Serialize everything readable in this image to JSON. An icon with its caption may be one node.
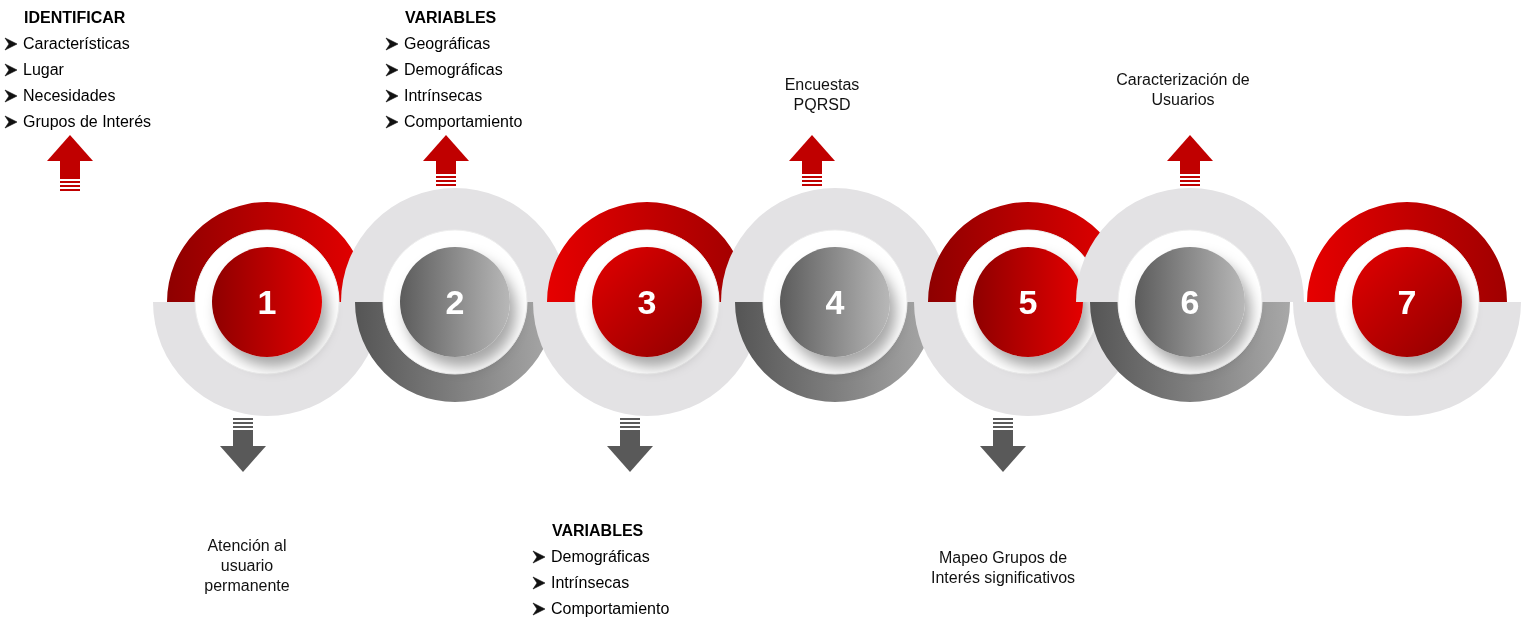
{
  "diagram": {
    "nodes": [
      {
        "text": [
          "IDENTIFICAR",
          "Características",
          "Lugar",
          "Necesidades",
          "Grupos de Interés"
        ]
      },
      {
        "text": [
          "VARIABLES",
          "Geográficas",
          "Demográficas",
          "Intrínsecas",
          "Comportamiento"
        ]
      },
      {
        "text": [
          "Encuestas PQRSD"
        ]
      },
      {
        "text": [
          "Caracterización de Usuarios"
        ]
      },
      {
        "text": [
          "1"
        ]
      },
      {
        "text": [
          "2"
        ]
      },
      {
        "text": [
          "3"
        ]
      },
      {
        "text": [
          "4"
        ]
      },
      {
        "text": [
          "5"
        ]
      },
      {
        "text": [
          "6"
        ]
      },
      {
        "text": [
          "7"
        ]
      },
      {
        "text": [
          "Atención al usuario permanente"
        ]
      },
      {
        "text": [
          "VARIABLES",
          "Demográficas",
          "Intrínsecas",
          "Comportamiento"
        ]
      },
      {
        "text": [
          "Mapeo Grupos de Interés significativos"
        ]
      }
    ],
    "edges": [
      {
        "from": null,
        "to": 0,
        "arrow": "to"
      },
      {
        "from": 5,
        "to": 1,
        "arrow": "to"
      },
      {
        "from": 7,
        "to": 2,
        "arrow": "to"
      },
      {
        "from": 9,
        "to": 3,
        "arrow": "to"
      },
      {
        "from": 4,
        "to": 11,
        "arrow": "to",
        "color": "#595959"
      },
      {
        "from": 6,
        "to": 12,
        "arrow": "to",
        "color": "#595959"
      },
      {
        "from": 8,
        "to": 13,
        "arrow": "to",
        "color": "#595959"
      }
    ]
  }
}
